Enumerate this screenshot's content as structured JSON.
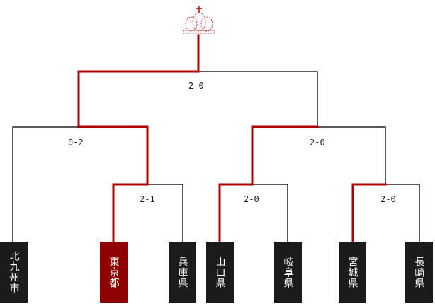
{
  "colors": {
    "win": "#b00000",
    "line": "#222222",
    "box": "#1b1b1b",
    "champion_box": "#8f0000"
  },
  "crown": {
    "icon": "crown-icon"
  },
  "scores": {
    "final": "2-0",
    "semi_left": "0-2",
    "semi_right": "2-0",
    "qf_1": "2-1",
    "qf_2": "2-0",
    "qf_3": "2-0"
  },
  "teams": [
    {
      "name": "北九州市",
      "champion": false
    },
    {
      "name": "東京都",
      "champion": true
    },
    {
      "name": "兵庫県",
      "champion": false
    },
    {
      "name": "山口県",
      "champion": false
    },
    {
      "name": "岐阜県",
      "champion": false
    },
    {
      "name": "宮城県",
      "champion": false
    },
    {
      "name": "長崎県",
      "champion": false
    }
  ]
}
